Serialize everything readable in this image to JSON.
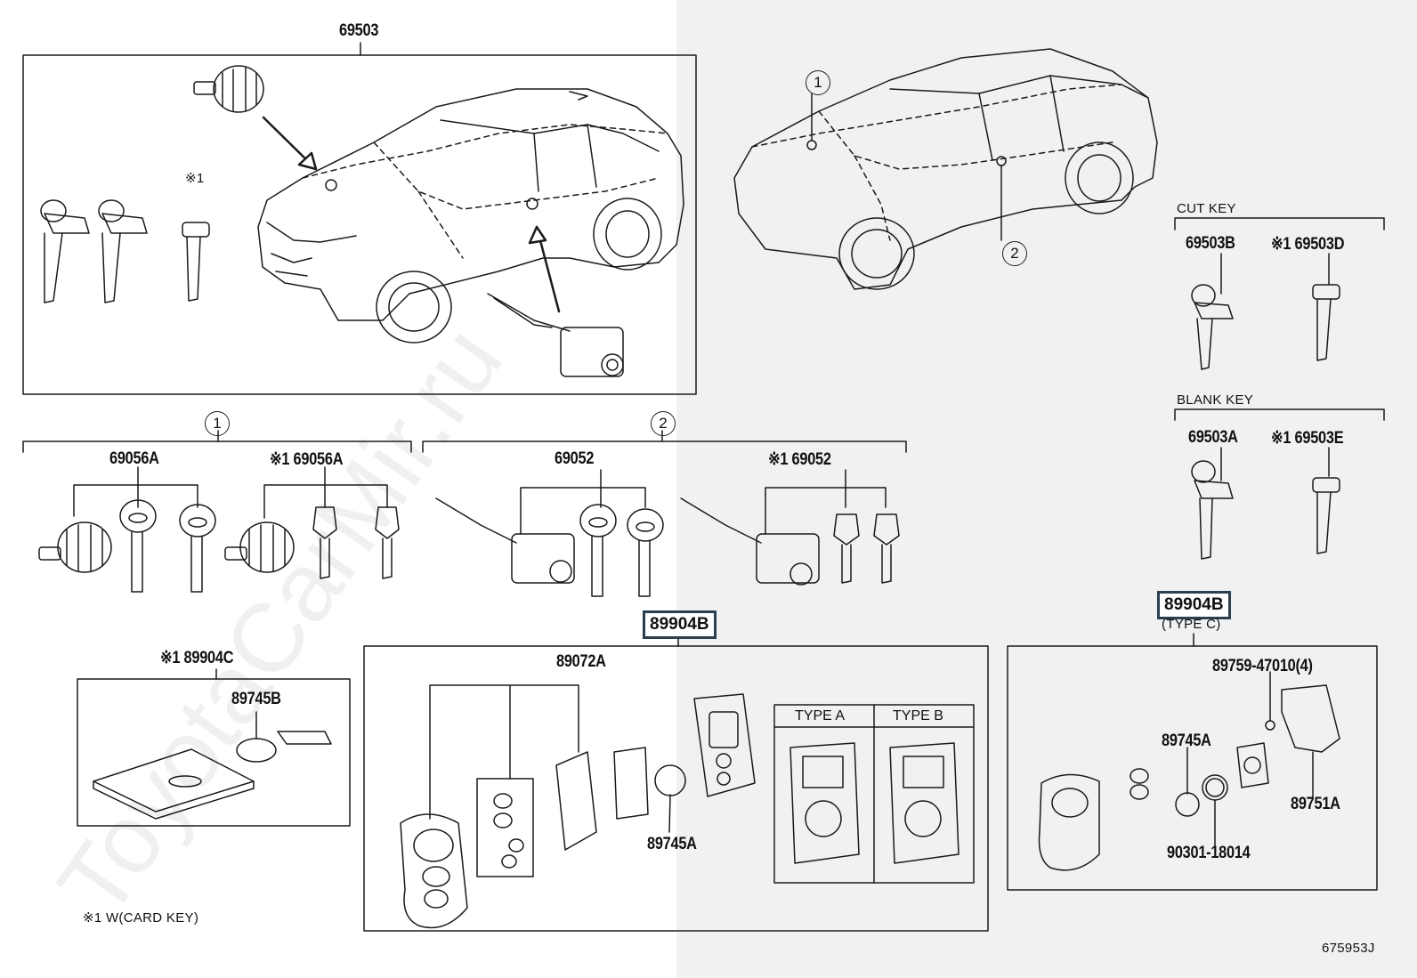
{
  "watermark": "ToyotaCarMir.ru",
  "diagram_code": "675953J",
  "footnote": "※1 W(CARD KEY)",
  "groups": {
    "top_box": "69503",
    "ref1": "1",
    "ref2": "2",
    "cut_key": "CUT KEY",
    "blank_key": "BLANK KEY",
    "type_c": "(TYPE C)",
    "type_a": "TYPE A",
    "type_b": "TYPE B"
  },
  "markers": {
    "note_mark": "※1",
    "car_ref_1": "1",
    "car_ref_2": "2"
  },
  "parts": {
    "p69503B": "69503B",
    "p69503D": "※1 69503D",
    "p69503A": "69503A",
    "p69503E": "※1 69503E",
    "p69056A": "69056A",
    "p69056A_w": "※1 69056A",
    "p69052": "69052",
    "p69052_w": "※1 69052",
    "p89904B_main": "89904B",
    "p89904B_c": "89904B",
    "p89904C": "※1 89904C",
    "p89745B": "89745B",
    "p89072A": "89072A",
    "p89745A_main": "89745A",
    "p89759": "89759-47010(4)",
    "p89745A_c": "89745A",
    "p89751A": "89751A",
    "p90301": "90301-18014"
  }
}
